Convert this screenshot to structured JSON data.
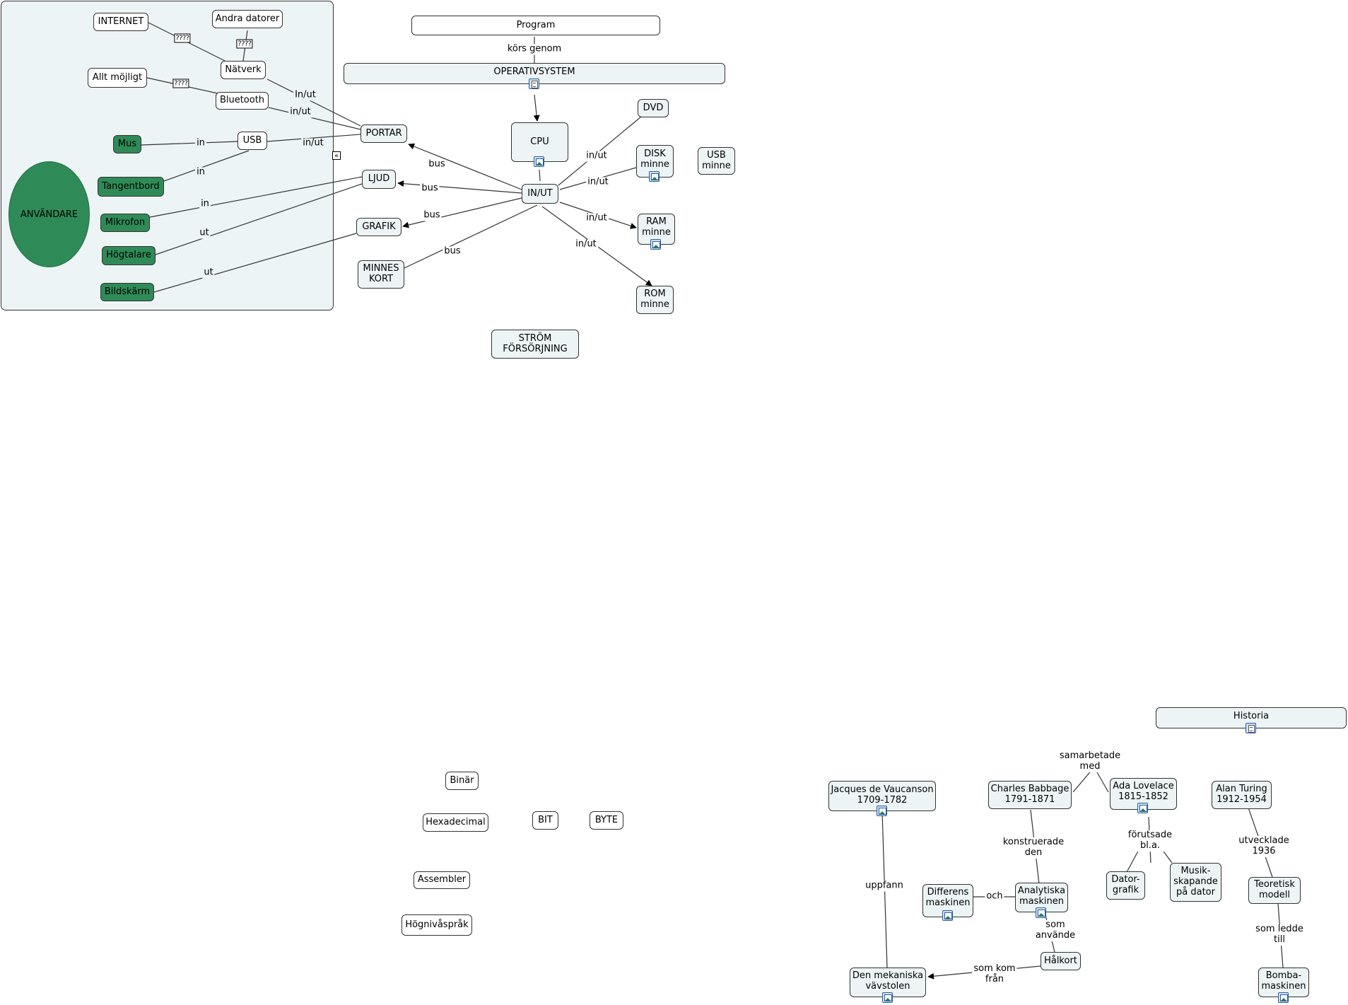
{
  "nodes": {
    "internet": "INTERNET",
    "andra_datorer": "Andra datorer",
    "natverk": "Nätverk",
    "allt_mojligt": "Allt möjligt",
    "bluetooth": "Bluetooth",
    "mus": "Mus",
    "usb": "USB",
    "tangentbord": "Tangentbord",
    "anvandare": "ANVÄNDARE",
    "mikrofon": "Mikrofon",
    "hogtalare": "Högtalare",
    "bildskarm": "Bildskärm",
    "portar": "PORTAR",
    "ljud": "LJUD",
    "grafik": "GRAFIK",
    "minneskort": "MINNES\nKORT",
    "program": "Program",
    "operativsystem": "OPERATIVSYSTEM",
    "cpu": "CPU",
    "in_ut": "IN/UT",
    "dvd": "DVD",
    "disk_minne": "DISK\nminne",
    "usb_minne": "USB\nminne",
    "ram_minne": "RAM\nminne",
    "rom_minne": "ROM\nminne",
    "strom": "STRÖM\nFÖRSÖRJNING",
    "binar": "Binär",
    "hexadecimal": "Hexadecimal",
    "bit": "BIT",
    "byte": "BYTE",
    "assembler": "Assembler",
    "hognivasprak": "Högnivåspråk",
    "historia": "Historia",
    "vaucanson": "Jacques de Vaucanson\n1709-1782",
    "babbage": "Charles Babbage\n1791-1871",
    "lovelace": "Ada Lovelace\n1815-1852",
    "turing": "Alan Turing\n1912-1954",
    "differens": "Differens\nmaskinen",
    "analytiska": "Analytiska\nmaskinen",
    "datorgrafik": "Dator-\ngrafik",
    "musik": "Musik-\nskapande\npå dator",
    "teoretisk": "Teoretisk\nmodell",
    "halkort": "Hålkort",
    "vavstolen": "Den mekaniska\nvävstolen",
    "bomba": "Bomba-\nmaskinen"
  },
  "links": {
    "internet_q": "????",
    "andra_q": "????",
    "allt_q": "????",
    "natverk_inut": "In/ut",
    "bluetooth_inut": "in/ut",
    "usb_inut": "in/ut",
    "mus_in": "in",
    "tangentbord_in": "in",
    "mikrofon_in": "in",
    "hogtalare_ut": "ut",
    "bildskarm_ut": "ut",
    "bus_portar": "bus",
    "bus_ljud": "bus",
    "bus_grafik": "bus",
    "bus_minnes": "bus",
    "kors_genom": "körs genom",
    "inut_dvd": "in/ut",
    "inut_disk": "in/ut",
    "inut_ram": "in/ut",
    "inut_rom": "in/ut",
    "samarbetade": "samarbetade\nmed",
    "konstruerade": "konstruerade\nden",
    "forutsade": "förutsade\nbl.a.",
    "utvecklade": "utvecklade\n1936",
    "uppfann": "uppfann",
    "och": "och",
    "som_anvande": "som\nanvände",
    "som_ledde": "som ledde\ntill",
    "som_kom": "som kom\nfrån"
  },
  "icons": {
    "operativsystem": "document-icon",
    "cpu": "image-icon",
    "disk_minne": "image-icon",
    "ram_minne": "image-icon",
    "historia": "document-icon",
    "vaucanson": "image-icon",
    "lovelace": "image-icon",
    "differens": "image-icon",
    "analytiska": "image-icon",
    "vavstolen": "image-icon",
    "bomba": "image-icon"
  },
  "colors": {
    "node_fill": "#edf4f5",
    "device_fill": "#2e8b57",
    "line": "#333333"
  }
}
